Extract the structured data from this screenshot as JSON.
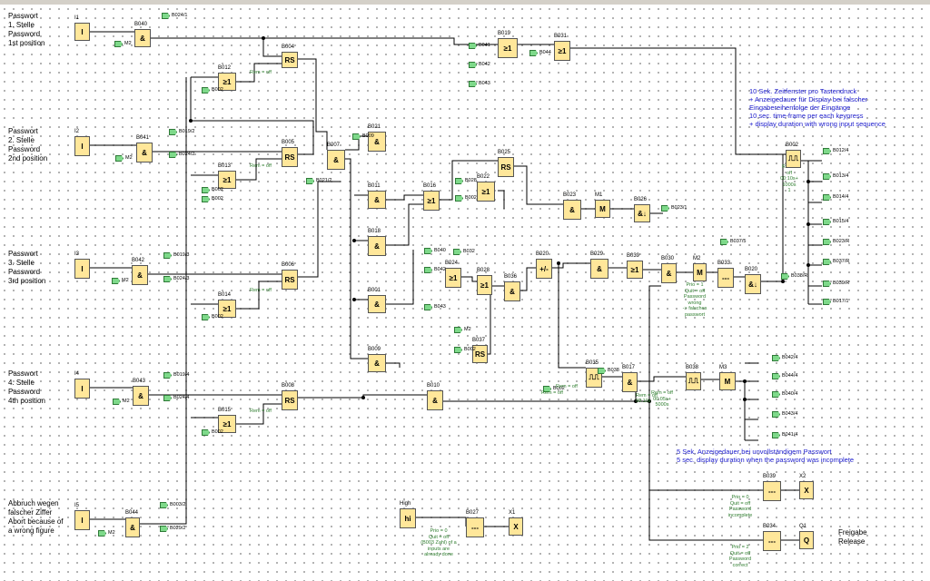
{
  "sides": [
    {
      "id": "s1",
      "text": "Passwort\n1. Stelle\nPassword\n1st position"
    },
    {
      "id": "s2",
      "text": "Passwort\n2. Stelle\nPassword\n2nd position"
    },
    {
      "id": "s3",
      "text": "Passwort\n3. Stelle\nPassword\n3rd position"
    },
    {
      "id": "s4",
      "text": "Passwort\n4. Stelle\nPassword\n4th position"
    },
    {
      "id": "s5",
      "text": "Abbruch wegen\nfalscher Ziffer\nAbort because of\na wrong figure"
    },
    {
      "id": "s6",
      "text": "Freigabe\nRelease"
    }
  ],
  "notes": [
    {
      "id": "n1",
      "text": "10 Sek. Zeitfenster pro Tastendruck\n+ Anzeigedauer für Display bei falscher\nEingabereihenfolge der Eingänge\n10 sec. time-frame per each keypress\n+ display duration with wrong input sequence"
    },
    {
      "id": "n2",
      "text": "5 Sek. Anzeigedauer bei unvollständigem Passwort\n5 sec. display duration when the password was incomplete"
    }
  ],
  "gnotes": [
    {
      "id": "g1",
      "text": "Rem = off\n00:10s+\n1000s\n1"
    },
    {
      "id": "g2",
      "text": "Prio = 1\nQuit = off\nPassword\nwrong\n-> falsches\npasswort"
    },
    {
      "id": "g3",
      "text": "Rem = off\n00:05s+\n5000s"
    },
    {
      "id": "g4",
      "text": "Prio = 0\nQuit = off\nPassword\nincomplete"
    },
    {
      "id": "g5",
      "text": "Prio = 2\nQuit = off\nPassword\ncorrect"
    },
    {
      "id": "g6",
      "text": "Prio = 0\nQuit = off\n(B003 Zahl) of a\ninputs are\nalready done"
    }
  ],
  "blocks": [
    {
      "id": "I1",
      "sym": "I",
      "label": "I1"
    },
    {
      "id": "I2",
      "sym": "I",
      "label": "I2"
    },
    {
      "id": "I3",
      "sym": "I",
      "label": "I3"
    },
    {
      "id": "I4",
      "sym": "I",
      "label": "I4"
    },
    {
      "id": "I5",
      "sym": "I",
      "label": "I5"
    },
    {
      "id": "B040",
      "sym": "&",
      "label": "B040"
    },
    {
      "id": "B041",
      "sym": "&",
      "label": "B041"
    },
    {
      "id": "B042",
      "sym": "&",
      "label": "B042"
    },
    {
      "id": "B043",
      "sym": "&",
      "label": "B043"
    },
    {
      "id": "B044",
      "sym": "&",
      "label": "B044"
    },
    {
      "id": "B004",
      "sym": "RS",
      "label": "B004"
    },
    {
      "id": "B012",
      "sym": "≥1",
      "label": "B012"
    },
    {
      "id": "B005",
      "sym": "RS",
      "label": "B005"
    },
    {
      "id": "B013",
      "sym": "≥1",
      "label": "B013"
    },
    {
      "id": "B006",
      "sym": "RS",
      "label": "B006"
    },
    {
      "id": "B014",
      "sym": "≥1",
      "label": "B014"
    },
    {
      "id": "B008",
      "sym": "RS",
      "label": "B008"
    },
    {
      "id": "B015",
      "sym": "≥1",
      "label": "B015"
    },
    {
      "id": "B019",
      "sym": "≥1",
      "label": "B019"
    },
    {
      "id": "B031",
      "sym": "≥1",
      "label": "B031"
    },
    {
      "id": "B007",
      "sym": "&",
      "label": "B007"
    },
    {
      "id": "B021",
      "sym": "&",
      "label": "B021"
    },
    {
      "id": "B011",
      "sym": "&",
      "label": "B011"
    },
    {
      "id": "B018",
      "sym": "&",
      "label": "B018"
    },
    {
      "id": "B001",
      "sym": "&",
      "label": "B001"
    },
    {
      "id": "B009",
      "sym": "&",
      "label": "B009"
    },
    {
      "id": "B010",
      "sym": "&",
      "label": "B010"
    },
    {
      "id": "B016",
      "sym": "≥1",
      "label": "B016"
    },
    {
      "id": "B025",
      "sym": "RS",
      "label": "B025"
    },
    {
      "id": "B022",
      "sym": "≥1",
      "label": "B022"
    },
    {
      "id": "B023",
      "sym": "&",
      "label": "B023"
    },
    {
      "id": "M1",
      "sym": "M",
      "label": "M1"
    },
    {
      "id": "B026",
      "sym": "&↓",
      "label": "B026"
    },
    {
      "id": "B024",
      "sym": "≥1",
      "label": "B024"
    },
    {
      "id": "B028",
      "sym": "≥1",
      "label": "B028"
    },
    {
      "id": "B036",
      "sym": "&",
      "label": "B036"
    },
    {
      "id": "B020",
      "sym": "+/-",
      "label": "B020"
    },
    {
      "id": "B029",
      "sym": "&",
      "label": "B029"
    },
    {
      "id": "B039",
      "sym": "≥1",
      "label": "B039"
    },
    {
      "id": "B037",
      "sym": "RS",
      "label": "B037"
    },
    {
      "id": "B030",
      "sym": "&",
      "label": "B030"
    },
    {
      "id": "M2",
      "sym": "M",
      "label": "M2"
    },
    {
      "id": "B033",
      "sym": "---",
      "label": "B033"
    },
    {
      "id": "B002",
      "sym": "⎍⎍",
      "label": "B002"
    },
    {
      "id": "B020b",
      "sym": "&↓",
      "label": "B020"
    },
    {
      "id": "B035",
      "sym": "⎍⎍",
      "label": "B035"
    },
    {
      "id": "B017",
      "sym": "&",
      "label": "B017"
    },
    {
      "id": "B038",
      "sym": "⎍⎍",
      "label": "B038"
    },
    {
      "id": "M3",
      "sym": "M",
      "label": "M3"
    },
    {
      "id": "B039b",
      "sym": "---",
      "label": "B039"
    },
    {
      "id": "X2",
      "sym": "X",
      "label": "X2"
    },
    {
      "id": "B034",
      "sym": "---",
      "label": "B034"
    },
    {
      "id": "Q1",
      "sym": "Q",
      "label": "Q1"
    },
    {
      "id": "HIGH",
      "sym": "hi",
      "label": "High"
    },
    {
      "id": "B027",
      "sym": "---",
      "label": "B027"
    },
    {
      "id": "X1",
      "sym": "X",
      "label": "X1"
    }
  ],
  "flags": [
    {
      "id": "f1",
      "text": "B024/1"
    },
    {
      "id": "f2",
      "text": "M2"
    },
    {
      "id": "f3",
      "text": "B002"
    },
    {
      "id": "f4",
      "text": "B019/2"
    },
    {
      "id": "f5",
      "text": "B024/2"
    },
    {
      "id": "f6",
      "text": "M2"
    },
    {
      "id": "f7",
      "text": "B002"
    },
    {
      "id": "f8",
      "text": "B019/3"
    },
    {
      "id": "f9",
      "text": "B024/3"
    },
    {
      "id": "f10",
      "text": "M2"
    },
    {
      "id": "f11",
      "text": "B002"
    },
    {
      "id": "f12",
      "text": "B019/4"
    },
    {
      "id": "f13",
      "text": "B024/4"
    },
    {
      "id": "f14",
      "text": "M2"
    },
    {
      "id": "f15",
      "text": "B002"
    },
    {
      "id": "f16",
      "text": "B003/2"
    },
    {
      "id": "f17",
      "text": "B029/2"
    },
    {
      "id": "f18",
      "text": "M2"
    },
    {
      "id": "f19",
      "text": "B041"
    },
    {
      "id": "f20",
      "text": "B042"
    },
    {
      "id": "f21",
      "text": "B043"
    },
    {
      "id": "f22",
      "text": "B044"
    },
    {
      "id": "f23",
      "text": "B009"
    },
    {
      "id": "f24",
      "text": "B021/2"
    },
    {
      "id": "f25",
      "text": "B028"
    },
    {
      "id": "f26",
      "text": "B002"
    },
    {
      "id": "f27",
      "text": "B040"
    },
    {
      "id": "f28",
      "text": "B042"
    },
    {
      "id": "f29",
      "text": "B043"
    },
    {
      "id": "f30",
      "text": "B002"
    },
    {
      "id": "f31",
      "text": "B038"
    },
    {
      "id": "f32",
      "text": "M2"
    },
    {
      "id": "f33",
      "text": "B002"
    },
    {
      "id": "f34",
      "text": "B023/1"
    },
    {
      "id": "f35",
      "text": "B037/5"
    },
    {
      "id": "f36",
      "text": "B012/4"
    },
    {
      "id": "f37",
      "text": "B013/4"
    },
    {
      "id": "f38",
      "text": "B014/4"
    },
    {
      "id": "f39",
      "text": "B015/4"
    },
    {
      "id": "f40",
      "text": "B023/R"
    },
    {
      "id": "f41",
      "text": "B037/R"
    },
    {
      "id": "f42",
      "text": "B039/R"
    },
    {
      "id": "f43",
      "text": "B017/1"
    },
    {
      "id": "f44",
      "text": "B042/4"
    },
    {
      "id": "f45",
      "text": "B044/4"
    },
    {
      "id": "f46",
      "text": "B040/4"
    },
    {
      "id": "f47",
      "text": "B043/4"
    },
    {
      "id": "f48",
      "text": "B041/4"
    },
    {
      "id": "f49",
      "text": "B032"
    },
    {
      "id": "f50",
      "text": "B038/R"
    },
    {
      "id": "f51",
      "text": "B002"
    }
  ],
  "rems": [
    {
      "id": "r1",
      "text": "Rem = off"
    },
    {
      "id": "r2",
      "text": "Rem = off"
    },
    {
      "id": "r3",
      "text": "Rem = off"
    },
    {
      "id": "r4",
      "text": "Rem = off"
    },
    {
      "id": "r5",
      "text": "Rem = off"
    },
    {
      "id": "r6",
      "text": "Rem = off"
    },
    {
      "id": "r7",
      "text": "Rem = off\n00:10s"
    }
  ]
}
